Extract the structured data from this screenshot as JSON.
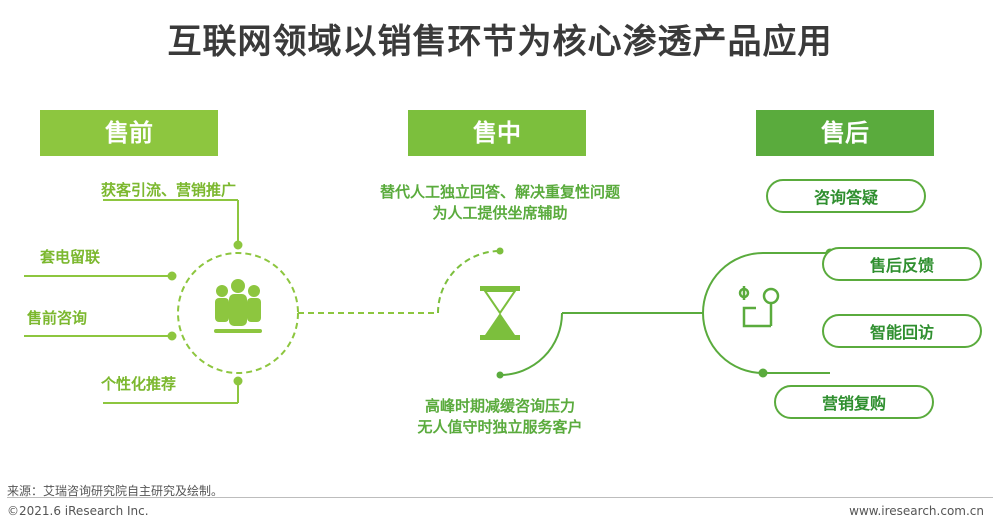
{
  "title": "互联网领域以销售环节为核心渗透产品应用",
  "stages": {
    "pre": "售前",
    "mid": "售中",
    "post": "售后"
  },
  "pre_items": [
    "获客引流、营销推广",
    "套电留联",
    "售前咨询",
    "个性化推荐"
  ],
  "mid_top": [
    "替代人工独立回答、解决重复性问题",
    "为人工提供坐席辅助"
  ],
  "mid_bottom": [
    "高峰时期减缓咨询压力",
    "无人值守时独立服务客户"
  ],
  "post_items": [
    "咨询答疑",
    "售后反馈",
    "智能回访",
    "营销复购"
  ],
  "footer": {
    "source": "来源：艾瑞咨询研究院自主研究及绘制。",
    "copyright": "©2021.6 iResearch Inc.",
    "website": "www.iresearch.com.cn"
  },
  "colors": {
    "yellow_green": "#8dc63f",
    "green": "#5aab3d",
    "dark_green": "#4a9a34"
  },
  "icons": [
    "people-group-icon",
    "hourglass-icon",
    "headset-icon"
  ]
}
